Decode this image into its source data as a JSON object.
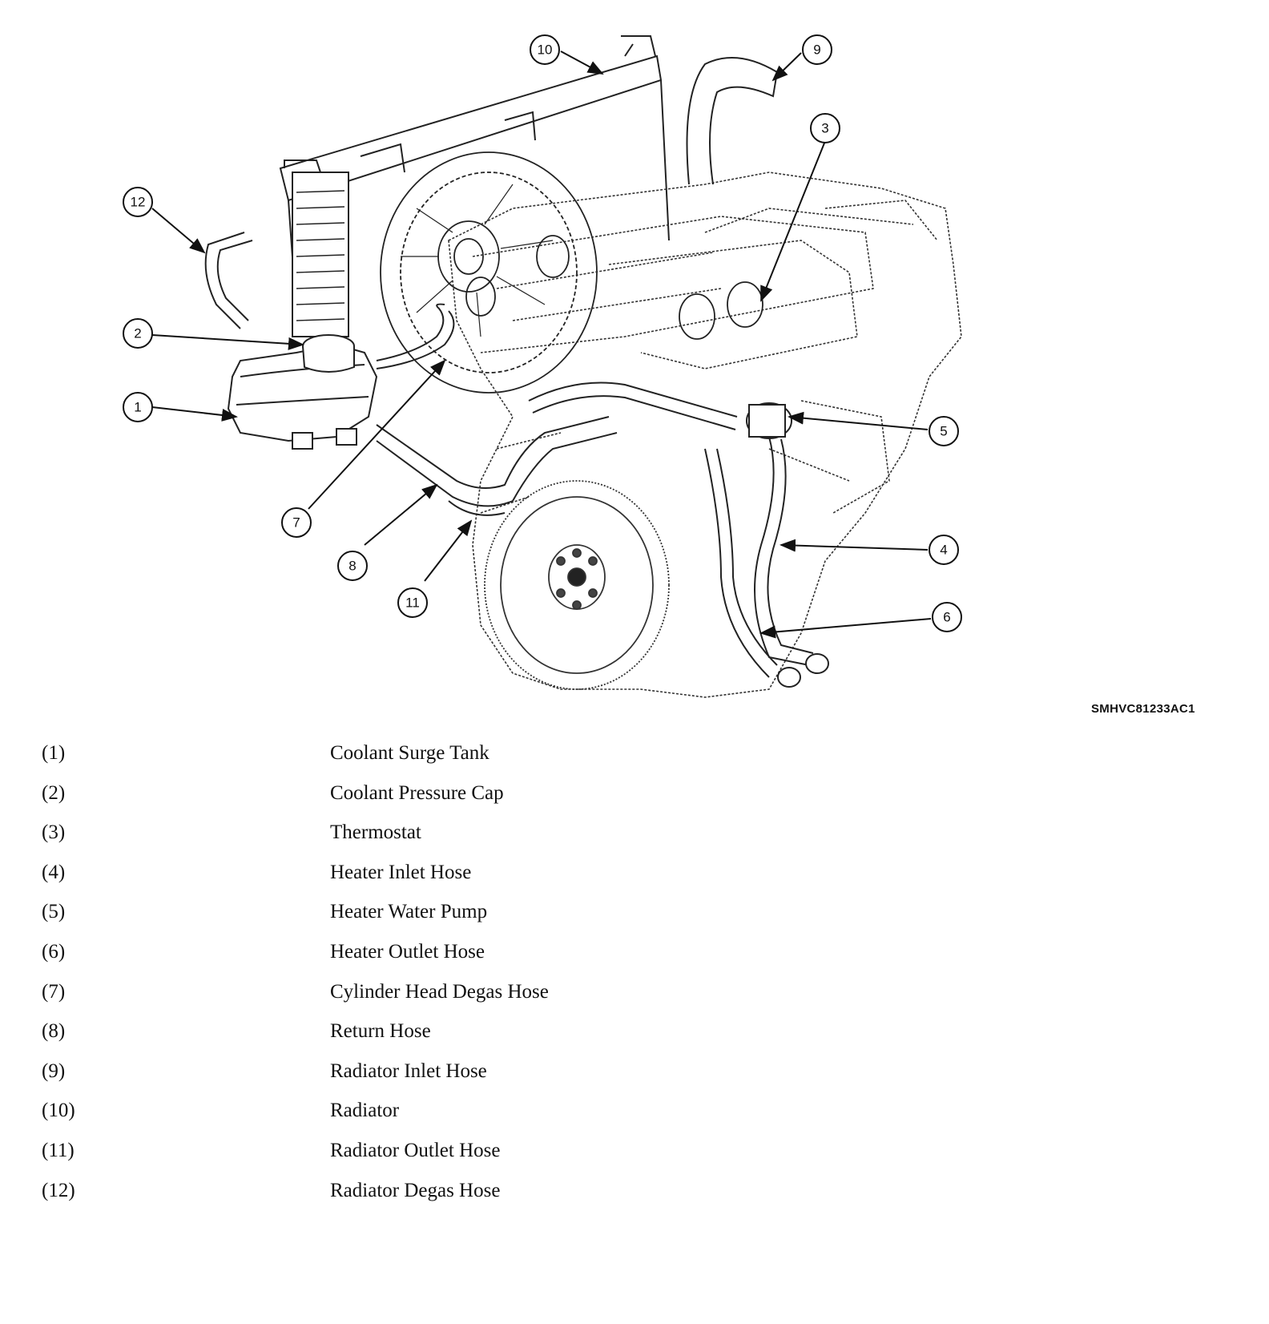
{
  "figure": {
    "code": "SMHVC81233AC1",
    "callouts": [
      "1",
      "2",
      "3",
      "4",
      "5",
      "6",
      "7",
      "8",
      "9",
      "10",
      "11",
      "12"
    ]
  },
  "legend": [
    {
      "num": "(1)",
      "label": "Coolant Surge Tank"
    },
    {
      "num": "(2)",
      "label": "Coolant Pressure Cap"
    },
    {
      "num": "(3)",
      "label": "Thermostat"
    },
    {
      "num": "(4)",
      "label": "Heater Inlet Hose"
    },
    {
      "num": "(5)",
      "label": "Heater Water Pump"
    },
    {
      "num": "(6)",
      "label": "Heater Outlet Hose"
    },
    {
      "num": "(7)",
      "label": "Cylinder Head Degas Hose"
    },
    {
      "num": "(8)",
      "label": "Return Hose"
    },
    {
      "num": "(9)",
      "label": "Radiator Inlet Hose"
    },
    {
      "num": "(10)",
      "label": "Radiator"
    },
    {
      "num": "(11)",
      "label": "Radiator Outlet Hose"
    },
    {
      "num": "(12)",
      "label": "Radiator Degas Hose"
    }
  ]
}
